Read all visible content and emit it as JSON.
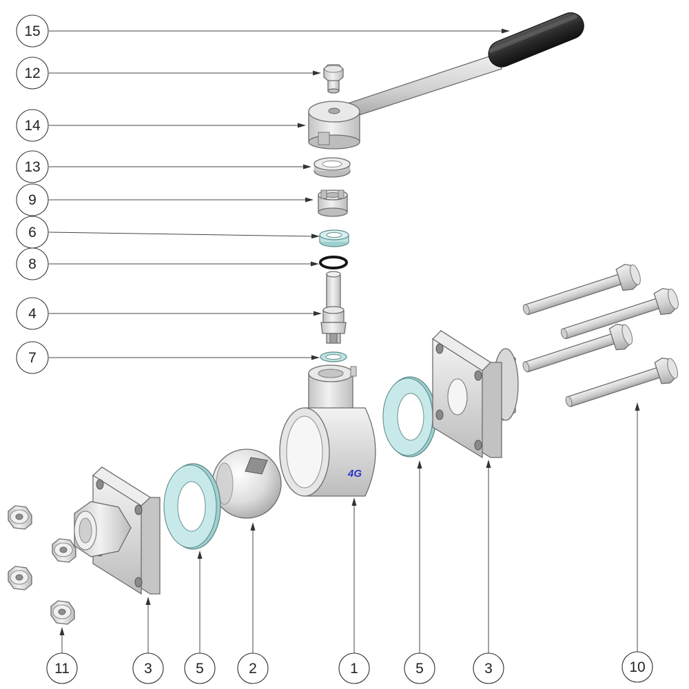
{
  "diagram": {
    "type": "exploded-parts-view",
    "brand_mark": "4G",
    "colors": {
      "metal": "#dcdcdc",
      "metal_shadow": "#b9b9b9",
      "seal": "#bfe3e3",
      "handle_grip": "#2e2e2e",
      "oring": "#151515",
      "brand": "#2a34c8"
    },
    "callouts": {
      "left": [
        {
          "id": "15",
          "label": "15"
        },
        {
          "id": "12",
          "label": "12"
        },
        {
          "id": "14",
          "label": "14"
        },
        {
          "id": "13",
          "label": "13"
        },
        {
          "id": "9",
          "label": "9"
        },
        {
          "id": "6",
          "label": "6"
        },
        {
          "id": "8",
          "label": "8"
        },
        {
          "id": "4",
          "label": "4"
        },
        {
          "id": "7",
          "label": "7"
        }
      ],
      "bottom": [
        {
          "id": "11",
          "label": "11"
        },
        {
          "id": "3a",
          "label": "3"
        },
        {
          "id": "5a",
          "label": "5"
        },
        {
          "id": "2",
          "label": "2"
        },
        {
          "id": "1",
          "label": "1"
        },
        {
          "id": "5b",
          "label": "5"
        },
        {
          "id": "3b",
          "label": "3"
        },
        {
          "id": "10",
          "label": "10"
        }
      ]
    }
  }
}
